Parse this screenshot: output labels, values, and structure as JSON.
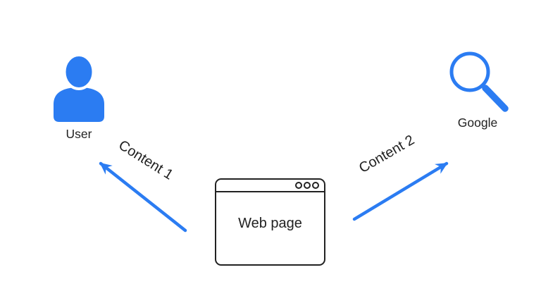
{
  "colors": {
    "accent": "#2b7cf2",
    "ink": "#222222",
    "background": "#ffffff"
  },
  "nodes": {
    "user": {
      "label": "User",
      "icon": "user-icon"
    },
    "google": {
      "label": "Google",
      "icon": "search-icon"
    },
    "webpage": {
      "label": "Web page",
      "icon": "browser-window-icon"
    }
  },
  "edges": {
    "content1": {
      "label": "Content 1",
      "from": "webpage",
      "to": "user"
    },
    "content2": {
      "label": "Content 2",
      "from": "webpage",
      "to": "google"
    }
  }
}
